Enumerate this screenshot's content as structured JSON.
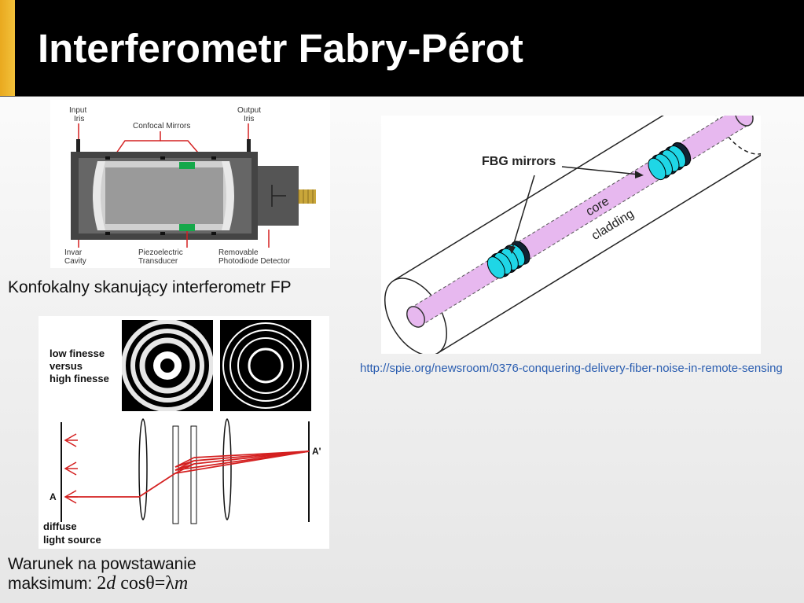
{
  "slide": {
    "title": "Interferometr Fabry-Pérot"
  },
  "figure_confocal": {
    "labels": {
      "input_iris": [
        "Input",
        "Iris"
      ],
      "output_iris": [
        "Output",
        "Iris"
      ],
      "confocal_mirrors": "Confocal Mirrors",
      "invar_cavity": [
        "Invar",
        "Cavity"
      ],
      "piezo": [
        "Piezoelectric",
        "Transducer"
      ],
      "detector": [
        "Removable",
        "Photodiode Detector"
      ]
    },
    "caption": "Konfokalny skanujący interferometr FP"
  },
  "figure_fiber": {
    "labels": {
      "fbg_mirrors": "FBG mirrors",
      "core": "core",
      "cladding": "cladding"
    },
    "source_url": "http://spie.org/newsroom/0376-conquering-delivery-fiber-noise-in-remote-sensing"
  },
  "figure_fringes": {
    "labels": {
      "finesse_line1": "low finesse",
      "finesse_line2": "versus",
      "finesse_line3": "high finesse",
      "point_a": "A",
      "point_a_prime": "A'",
      "source_line1": "diffuse",
      "source_line2": "light source"
    }
  },
  "condition": {
    "line1": "Warunek na powstawanie",
    "line2_prefix": "maksimum:",
    "formula_parts": [
      "2",
      "d",
      "cos",
      "θ",
      "=",
      "λ",
      "m"
    ]
  },
  "colors": {
    "accent_bar": "#f0b429",
    "link": "#2a5db0",
    "fiber_core": "#e7b8ef",
    "fbg_disk": "#1fd6e6",
    "ray_red": "#d42020",
    "piezo_green": "#15a84a"
  }
}
